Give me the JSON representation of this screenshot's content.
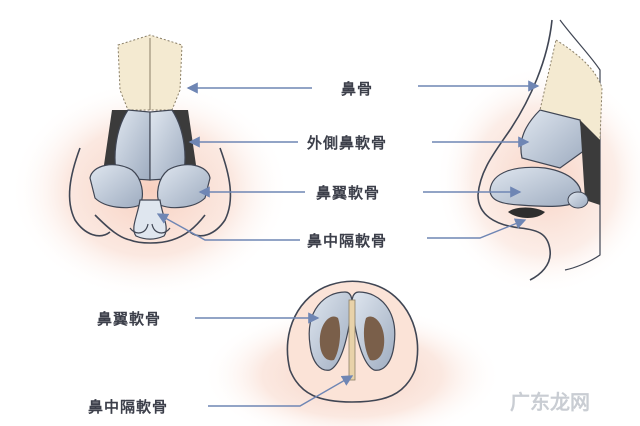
{
  "labels": {
    "nasal_bone": "鼻骨",
    "lateral_cartilage": "外側鼻軟骨",
    "alar_cartilage": "鼻翼軟骨",
    "septal_cartilage": "鼻中隔軟骨",
    "alar_cartilage_bottom": "鼻翼軟骨",
    "septal_cartilage_bottom": "鼻中隔軟骨"
  },
  "watermark": "广东龙网",
  "colors": {
    "skin_glow": "#f6c7b4",
    "cartilage": "#b9c5d6",
    "cartilage_shade": "#8e9bb0",
    "bone": "#f4ead1",
    "outline": "#404654",
    "arrow": "#6f86b4",
    "nostril": "#7a5f4a"
  }
}
